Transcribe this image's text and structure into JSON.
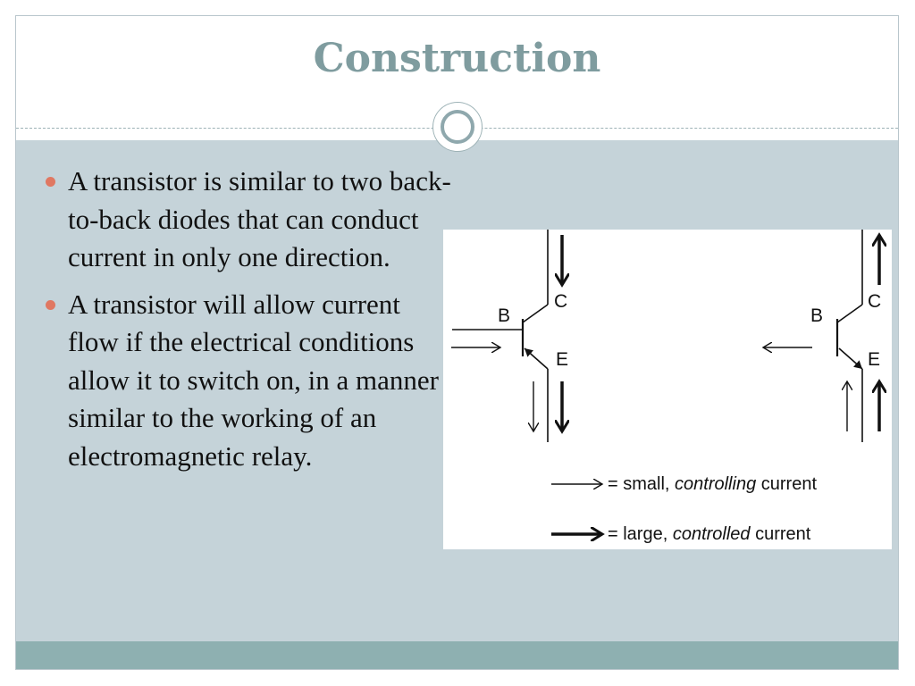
{
  "slide": {
    "title": "Construction",
    "bullets": [
      "A transistor is similar to two back-to-back diodes that can conduct current in only one direction.",
      "A transistor will allow current flow if the electrical conditions allow it to switch on, in a manner similar to the working of an electromagnetic relay."
    ]
  },
  "diagram": {
    "left_transistor": {
      "base": "B",
      "collector": "C",
      "emitter": "E"
    },
    "right_transistor": {
      "base": "B",
      "collector": "C",
      "emitter": "E"
    },
    "legend": {
      "small": {
        "prefix": "= small, ",
        "emphasis": "controlling",
        "suffix": " current"
      },
      "large": {
        "prefix": "= large, ",
        "emphasis": "controlled",
        "suffix": " current"
      }
    }
  },
  "colors": {
    "title": "#7f9c9f",
    "content_background": "#c5d3d9",
    "footer": "#8eb0b1",
    "bullet": "#e07862"
  }
}
